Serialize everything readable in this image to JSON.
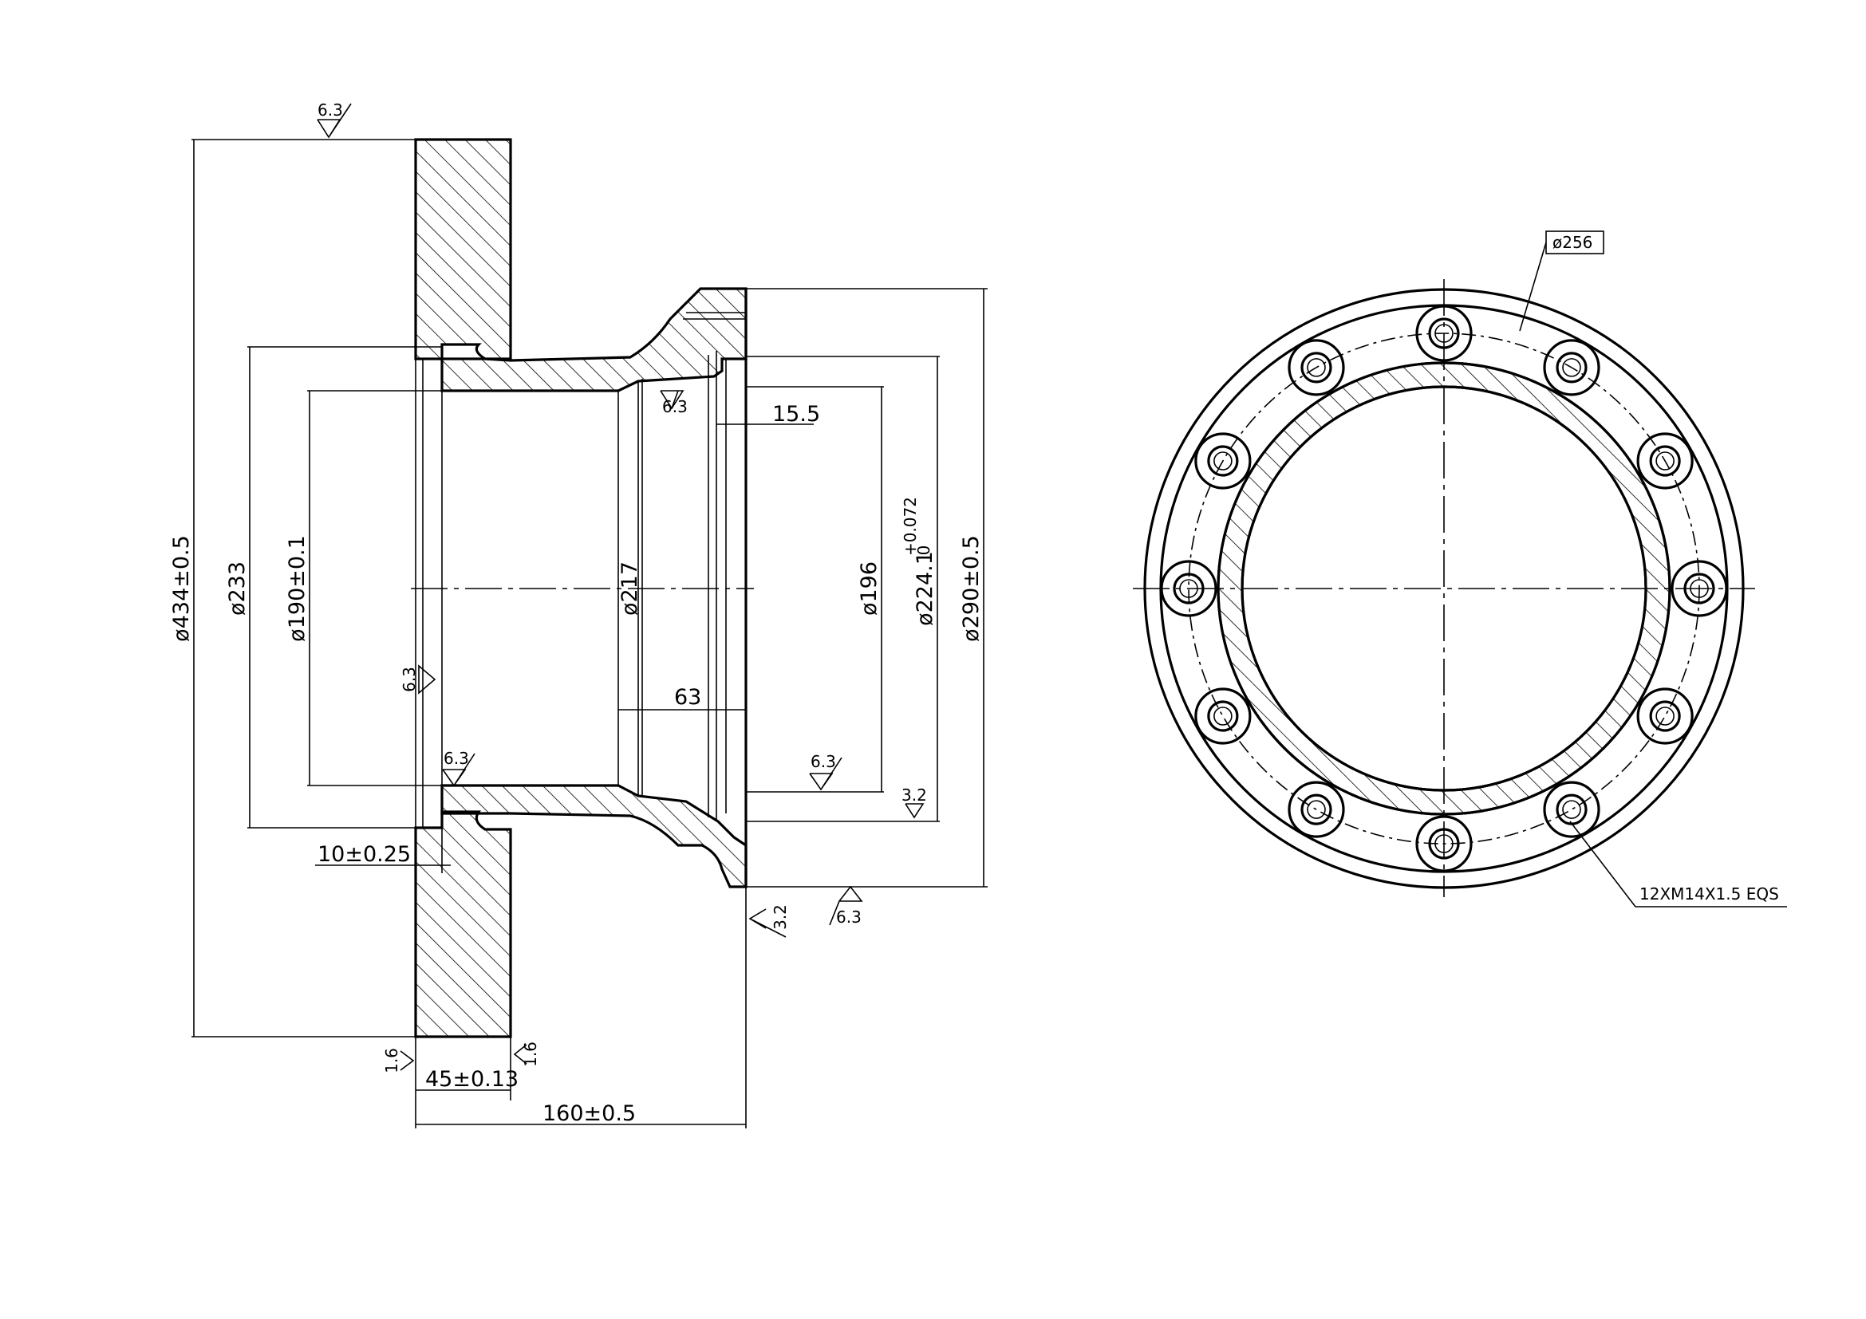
{
  "dimensions": {
    "d_outer": "ø434±0.5",
    "d_233": "ø233",
    "d_190": "ø190±0.1",
    "d_217": "ø217",
    "d_196": "ø196",
    "d_224_base": "ø224.1",
    "d_224_tol_upper": "+0.072",
    "d_224_tol_lower": "0",
    "d_290": "ø290±0.5",
    "len_15_5": "15.5",
    "len_63": "63",
    "len_10": "10±0.25",
    "len_45": "45±0.13",
    "len_160": "160±0.5"
  },
  "roughness": {
    "top": "6.3",
    "hub_inner": "6.3",
    "face_left": "6.3",
    "bore_left": "6.3",
    "bore_right": "6.3",
    "flange_small": "3.2",
    "flange_face": "3.2",
    "flange_bottom": "6.3",
    "disc_left": "1.6",
    "disc_right": "1.6"
  },
  "front_view": {
    "pcd_label": "ø256",
    "holes_label": "12XM14X1.5 EQS",
    "bolt_count": 12
  }
}
